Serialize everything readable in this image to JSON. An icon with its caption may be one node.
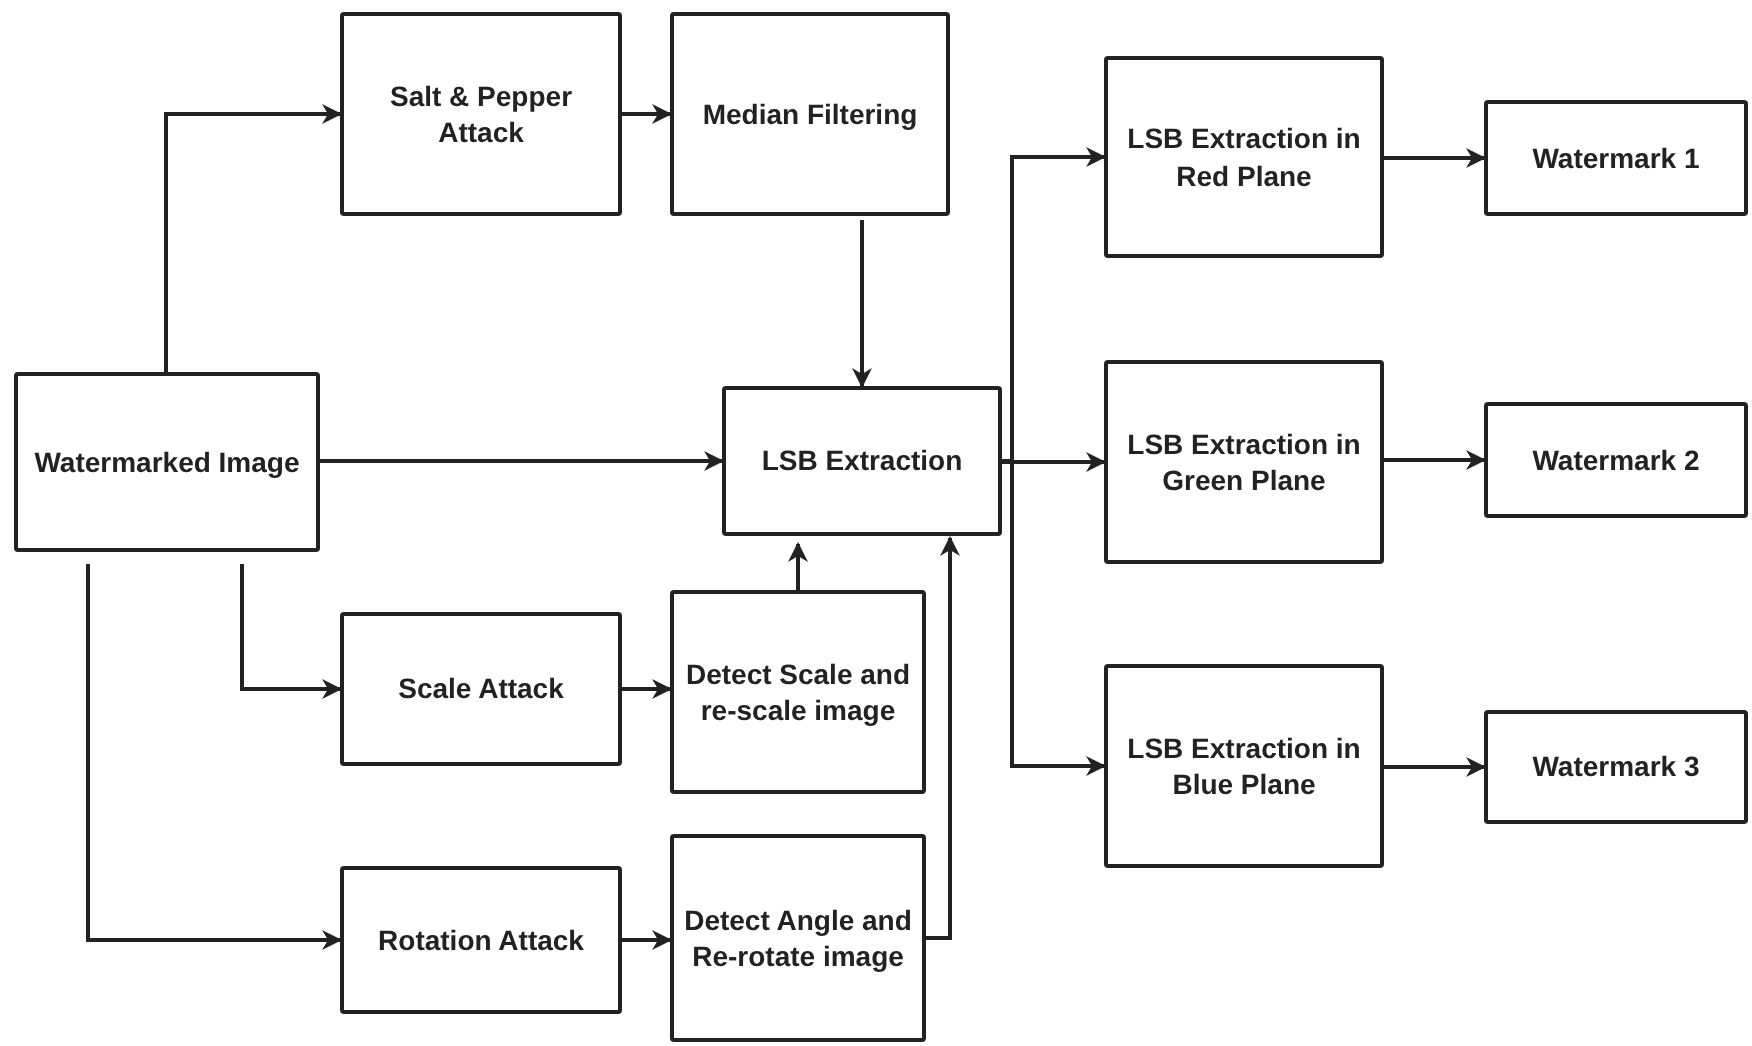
{
  "diagram": {
    "nodes": [
      {
        "text": [
          "Watermarked Image"
        ]
      },
      {
        "text": [
          "Salt & Pepper Attack"
        ]
      },
      {
        "text": [
          "Median Filtering"
        ]
      },
      {
        "text": [
          "LSB Extraction"
        ]
      },
      {
        "text": [
          "Scale Attack"
        ]
      },
      {
        "text": [
          "Detect Scale and re-scale image"
        ]
      },
      {
        "text": [
          "Rotation Attack"
        ]
      },
      {
        "text": [
          "Detect Angle and Re-rotate image"
        ]
      },
      {
        "text": [
          "LSB Extraction in Red Plane"
        ]
      },
      {
        "text": [
          "LSB Extraction in Green Plane"
        ]
      },
      {
        "text": [
          "LSB Extraction in Blue Plane"
        ]
      },
      {
        "text": [
          "Watermark 1"
        ]
      },
      {
        "text": [
          "Watermark 2"
        ]
      },
      {
        "text": [
          "Watermark 3"
        ]
      }
    ],
    "edges": [
      {
        "from": 0,
        "to": 1,
        "arrow": "to"
      },
      {
        "from": 1,
        "to": 2,
        "arrow": "to"
      },
      {
        "from": 2,
        "to": 3,
        "arrow": "to"
      },
      {
        "from": 0,
        "to": 3,
        "arrow": "to"
      },
      {
        "from": 0,
        "to": 4,
        "arrow": "to"
      },
      {
        "from": 0,
        "to": 6,
        "arrow": "to"
      },
      {
        "from": 4,
        "to": 5,
        "arrow": "to"
      },
      {
        "from": 6,
        "to": 7,
        "arrow": "to"
      },
      {
        "from": 5,
        "to": 3,
        "arrow": "to"
      },
      {
        "from": 7,
        "to": 3,
        "arrow": "to"
      },
      {
        "from": 3,
        "to": 8,
        "arrow": "to"
      },
      {
        "from": 3,
        "to": 9,
        "arrow": "to"
      },
      {
        "from": 3,
        "to": 10,
        "arrow": "to"
      },
      {
        "from": 8,
        "to": 11,
        "arrow": "to"
      },
      {
        "from": 9,
        "to": 12,
        "arrow": "to"
      },
      {
        "from": 10,
        "to": 13,
        "arrow": "to"
      }
    ]
  }
}
